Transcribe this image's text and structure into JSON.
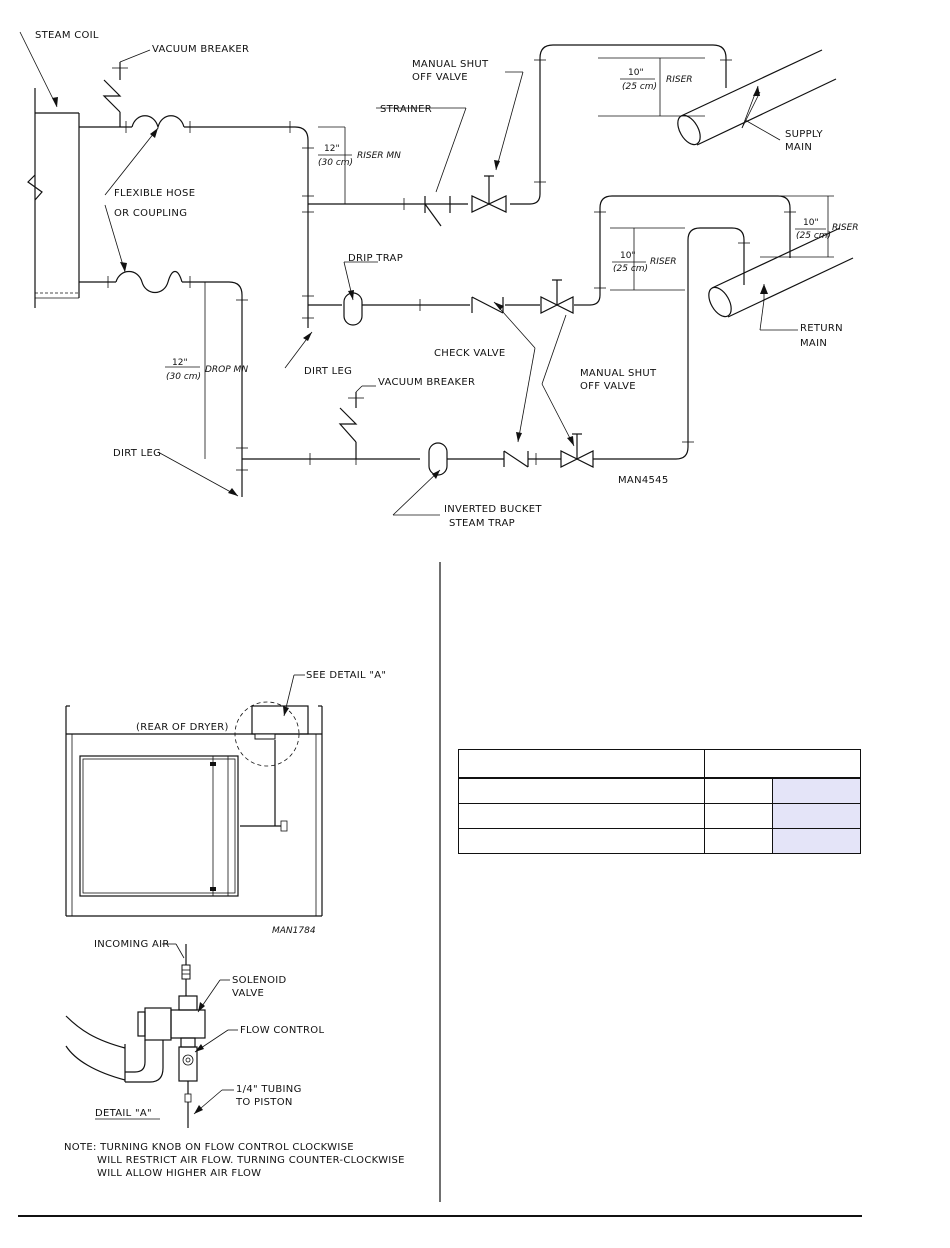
{
  "labels": {
    "steam_coil": "STEAM COIL",
    "vacuum_breaker_top": "VACUUM BREAKER",
    "manual_shut_off_top": [
      "MANUAL SHUT",
      "OFF VALVE"
    ],
    "strainer": "STRAINER",
    "riser_top_dim": [
      "10\"",
      "(25 cm)"
    ],
    "riser_top_word": "RISER",
    "supply_main": [
      "SUPPLY",
      "MAIN"
    ],
    "riser_mn_dim": [
      "12\"",
      "(30 cm)"
    ],
    "riser_mn_word": "RISER MN",
    "flexible_hose": [
      "FLEXIBLE HOSE",
      "OR COUPLING"
    ],
    "drip_trap": "DRIP TRAP",
    "riser_right_dim": [
      "10\"",
      "(25 cm)"
    ],
    "riser_right_word": "RISER",
    "riser_mid_dim": [
      "10\"",
      "(25 cm)"
    ],
    "riser_mid_word": "RISER",
    "return_main": [
      "RETURN",
      "MAIN"
    ],
    "drop_mn_dim": [
      "12\"",
      "(30 cm)"
    ],
    "drop_mn_word": "DROP MN",
    "dirt_leg_1": "DIRT LEG",
    "check_valve": "CHECK VALVE",
    "manual_shut_off_bottom": [
      "MANUAL SHUT",
      "OFF VALVE"
    ],
    "vacuum_breaker_bottom": "VACUUM BREAKER",
    "dirt_leg_2": "DIRT LEG",
    "inverted_bucket": [
      "INVERTED BUCKET",
      "STEAM TRAP"
    ],
    "man_top": "MAN4545",
    "see_detail": "SEE DETAIL \"A\"",
    "rear_of_dryer": "(REAR OF DRYER)",
    "man_dryer": "MAN1784",
    "incoming_air": "INCOMING AIR",
    "solenoid_valve": [
      "SOLENOID",
      "VALVE"
    ],
    "flow_control": "FLOW CONTROL",
    "tubing": [
      "1/4\" TUBING",
      "TO PISTON"
    ],
    "detail_a": "DETAIL \"A\"",
    "note": [
      "NOTE: TURNING KNOB ON FLOW CONTROL CLOCKWISE",
      "WILL RESTRICT AIR FLOW. TURNING COUNTER-CLOCKWISE",
      "WILL ALLOW HIGHER AIR FLOW"
    ]
  }
}
